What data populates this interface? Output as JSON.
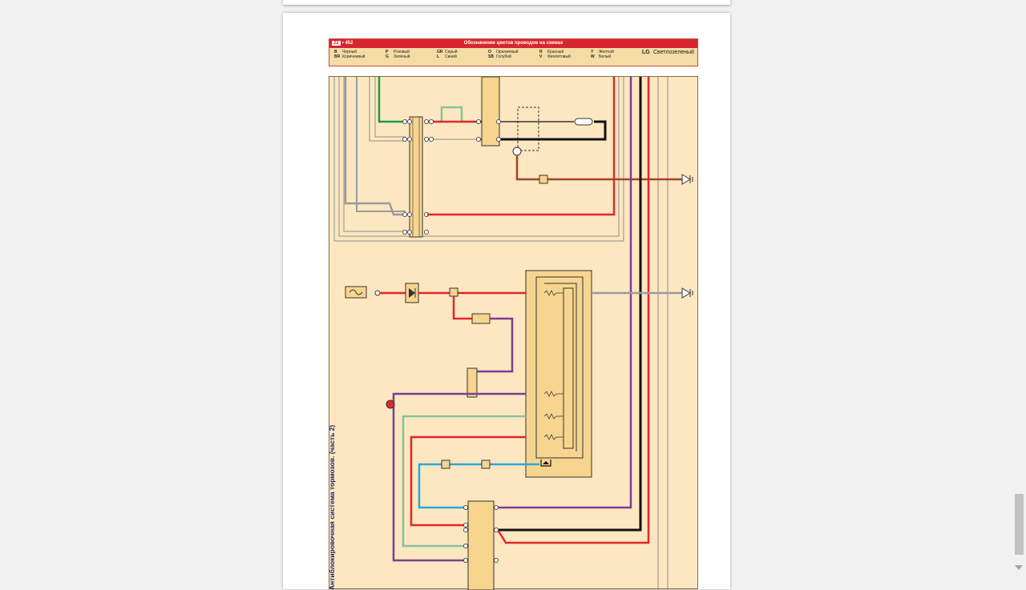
{
  "page": {
    "number": "22",
    "page_no": "452",
    "title": "Обозначение цветов проводов на схемах"
  },
  "legend": [
    {
      "code": "B",
      "name": "Черный"
    },
    {
      "code": "BR",
      "name": "Коричневый"
    },
    {
      "code": "P",
      "name": "Розовый"
    },
    {
      "code": "G",
      "name": "Зеленый"
    },
    {
      "code": "GR",
      "name": "Серый"
    },
    {
      "code": "L",
      "name": "Синий"
    },
    {
      "code": "O",
      "name": "Оранжевый"
    },
    {
      "code": "SB",
      "name": "Голубой"
    },
    {
      "code": "R",
      "name": "Красный"
    },
    {
      "code": "V",
      "name": "Фиолетовый"
    },
    {
      "code": "Y",
      "name": "Желтый"
    },
    {
      "code": "W",
      "name": "Белый"
    },
    {
      "code": "LG",
      "name": "Светлозеленый"
    }
  ],
  "diagram": {
    "caption": "Антиблокировочная система тормозов. (часть 2)"
  },
  "colors": {
    "header_red": "#d8262e",
    "legend_bg": "#f5dca4",
    "diagram_bg": "#fde7c1",
    "wire_red": "#e4262b",
    "wire_black": "#111111",
    "wire_purple": "#7a3e95",
    "wire_green": "#1a9a4a",
    "wire_lightgreen": "#86c29a",
    "wire_blue": "#2aa7dc",
    "wire_gray": "#9a9a9a",
    "wire_brown": "#a4432a",
    "component_fill": "#f7d58f"
  },
  "icons": [
    "ground-symbol",
    "fuse-symbol",
    "diode-symbol",
    "relay-symbol",
    "connector-symbol"
  ]
}
